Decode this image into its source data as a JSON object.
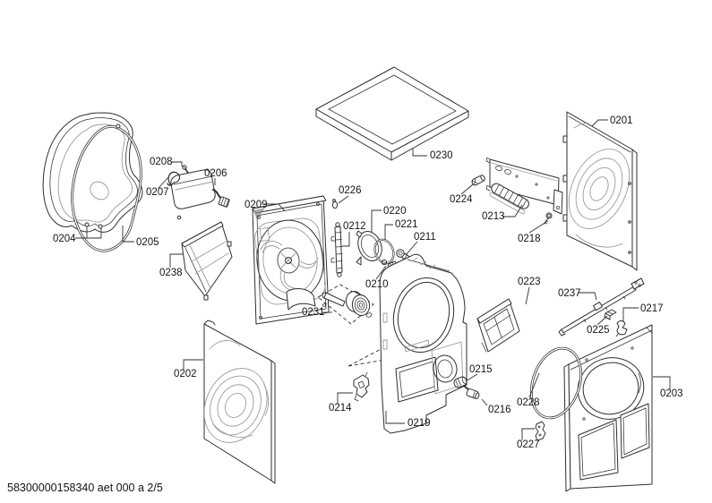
{
  "page": {
    "background": "#ffffff",
    "footer": {
      "doc_ref": "58300000158340 aet 000 a 2/5"
    }
  },
  "diagram": {
    "type": "exploded-parts-diagram",
    "colors": {
      "outline": "#2f2f2f",
      "detail": "#9b9b9b",
      "label_text": "#141414"
    },
    "labels": {
      "l0201": "0201",
      "l0202": "0202",
      "l0203": "0203",
      "l0204": "0204",
      "l0205": "0205",
      "l0206": "0206",
      "l0207": "0207",
      "l0208": "0208",
      "l0209": "0209",
      "l0210": "0210",
      "l0211": "0211",
      "l0212": "0212",
      "l0213": "0213",
      "l0214": "0214",
      "l0215": "0215",
      "l0216": "0216",
      "l0217": "0217",
      "l0218": "0218",
      "l0219": "0219",
      "l0220": "0220",
      "l0221": "0221",
      "l0223": "0223",
      "l0224": "0224",
      "l0225": "0225",
      "l0226": "0226",
      "l0227": "0227",
      "l0228": "0228",
      "l0230": "0230",
      "l0231": "0231",
      "l0237": "0237",
      "l0238": "0238"
    }
  }
}
